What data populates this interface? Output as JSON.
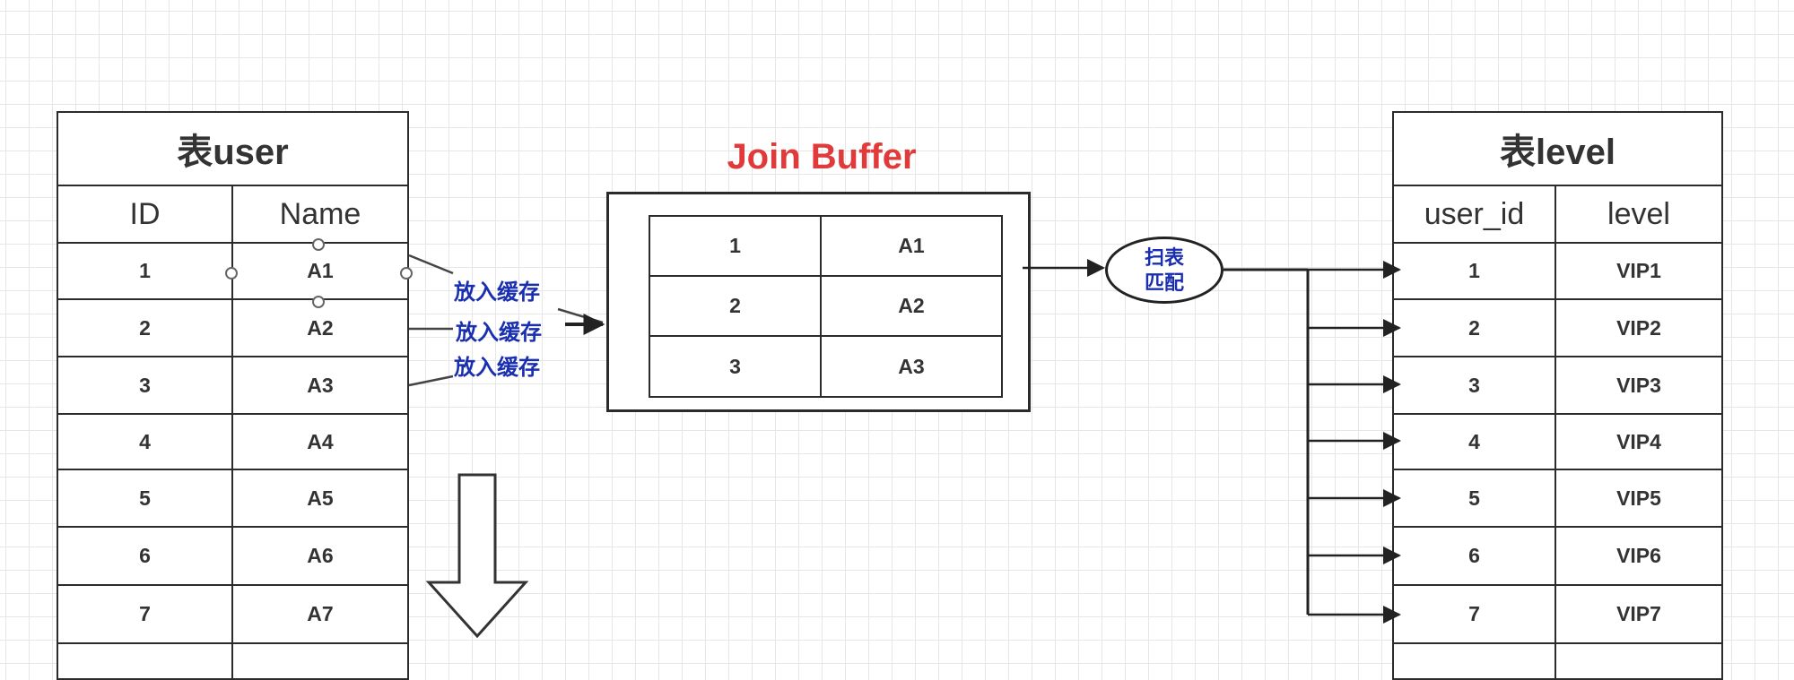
{
  "user_table": {
    "title": "表user",
    "columns": [
      "ID",
      "Name"
    ],
    "rows": [
      [
        "1",
        "A1"
      ],
      [
        "2",
        "A2"
      ],
      [
        "3",
        "A3"
      ],
      [
        "4",
        "A4"
      ],
      [
        "5",
        "A5"
      ],
      [
        "6",
        "A6"
      ],
      [
        "7",
        "A7"
      ]
    ]
  },
  "join_buffer": {
    "title": "Join Buffer",
    "rows": [
      [
        "1",
        "A1"
      ],
      [
        "2",
        "A2"
      ],
      [
        "3",
        "A3"
      ]
    ]
  },
  "level_table": {
    "title": "表level",
    "columns": [
      "user_id",
      "level"
    ],
    "rows": [
      [
        "1",
        "VIP1"
      ],
      [
        "2",
        "VIP2"
      ],
      [
        "3",
        "VIP3"
      ],
      [
        "4",
        "VIP4"
      ],
      [
        "5",
        "VIP5"
      ],
      [
        "6",
        "VIP6"
      ],
      [
        "7",
        "VIP7"
      ]
    ]
  },
  "labels": {
    "put_in_cache_1": "放入缓存",
    "put_in_cache_2": "放入缓存",
    "put_in_cache_3": "放入缓存",
    "scan_line1": "扫表",
    "scan_line2": "匹配"
  },
  "colors": {
    "title_red": "#e03a3a",
    "label_blue": "#1a2fb0",
    "line": "#222222"
  }
}
